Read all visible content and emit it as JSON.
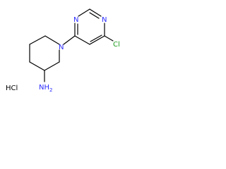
{
  "molecule": {
    "atom_labels": {
      "ring_nitrogen_top": "N",
      "ring_nitrogen_left": "N",
      "piperidine_nitrogen": "N",
      "chlorine": "Cl",
      "amine": "NH",
      "amine_subscript": "2"
    },
    "salt": "HCl",
    "colors": {
      "nitrogen": "#2b2bff",
      "chlorine": "#1f9e1f",
      "bond": "#000000",
      "salt": "#000000"
    }
  }
}
